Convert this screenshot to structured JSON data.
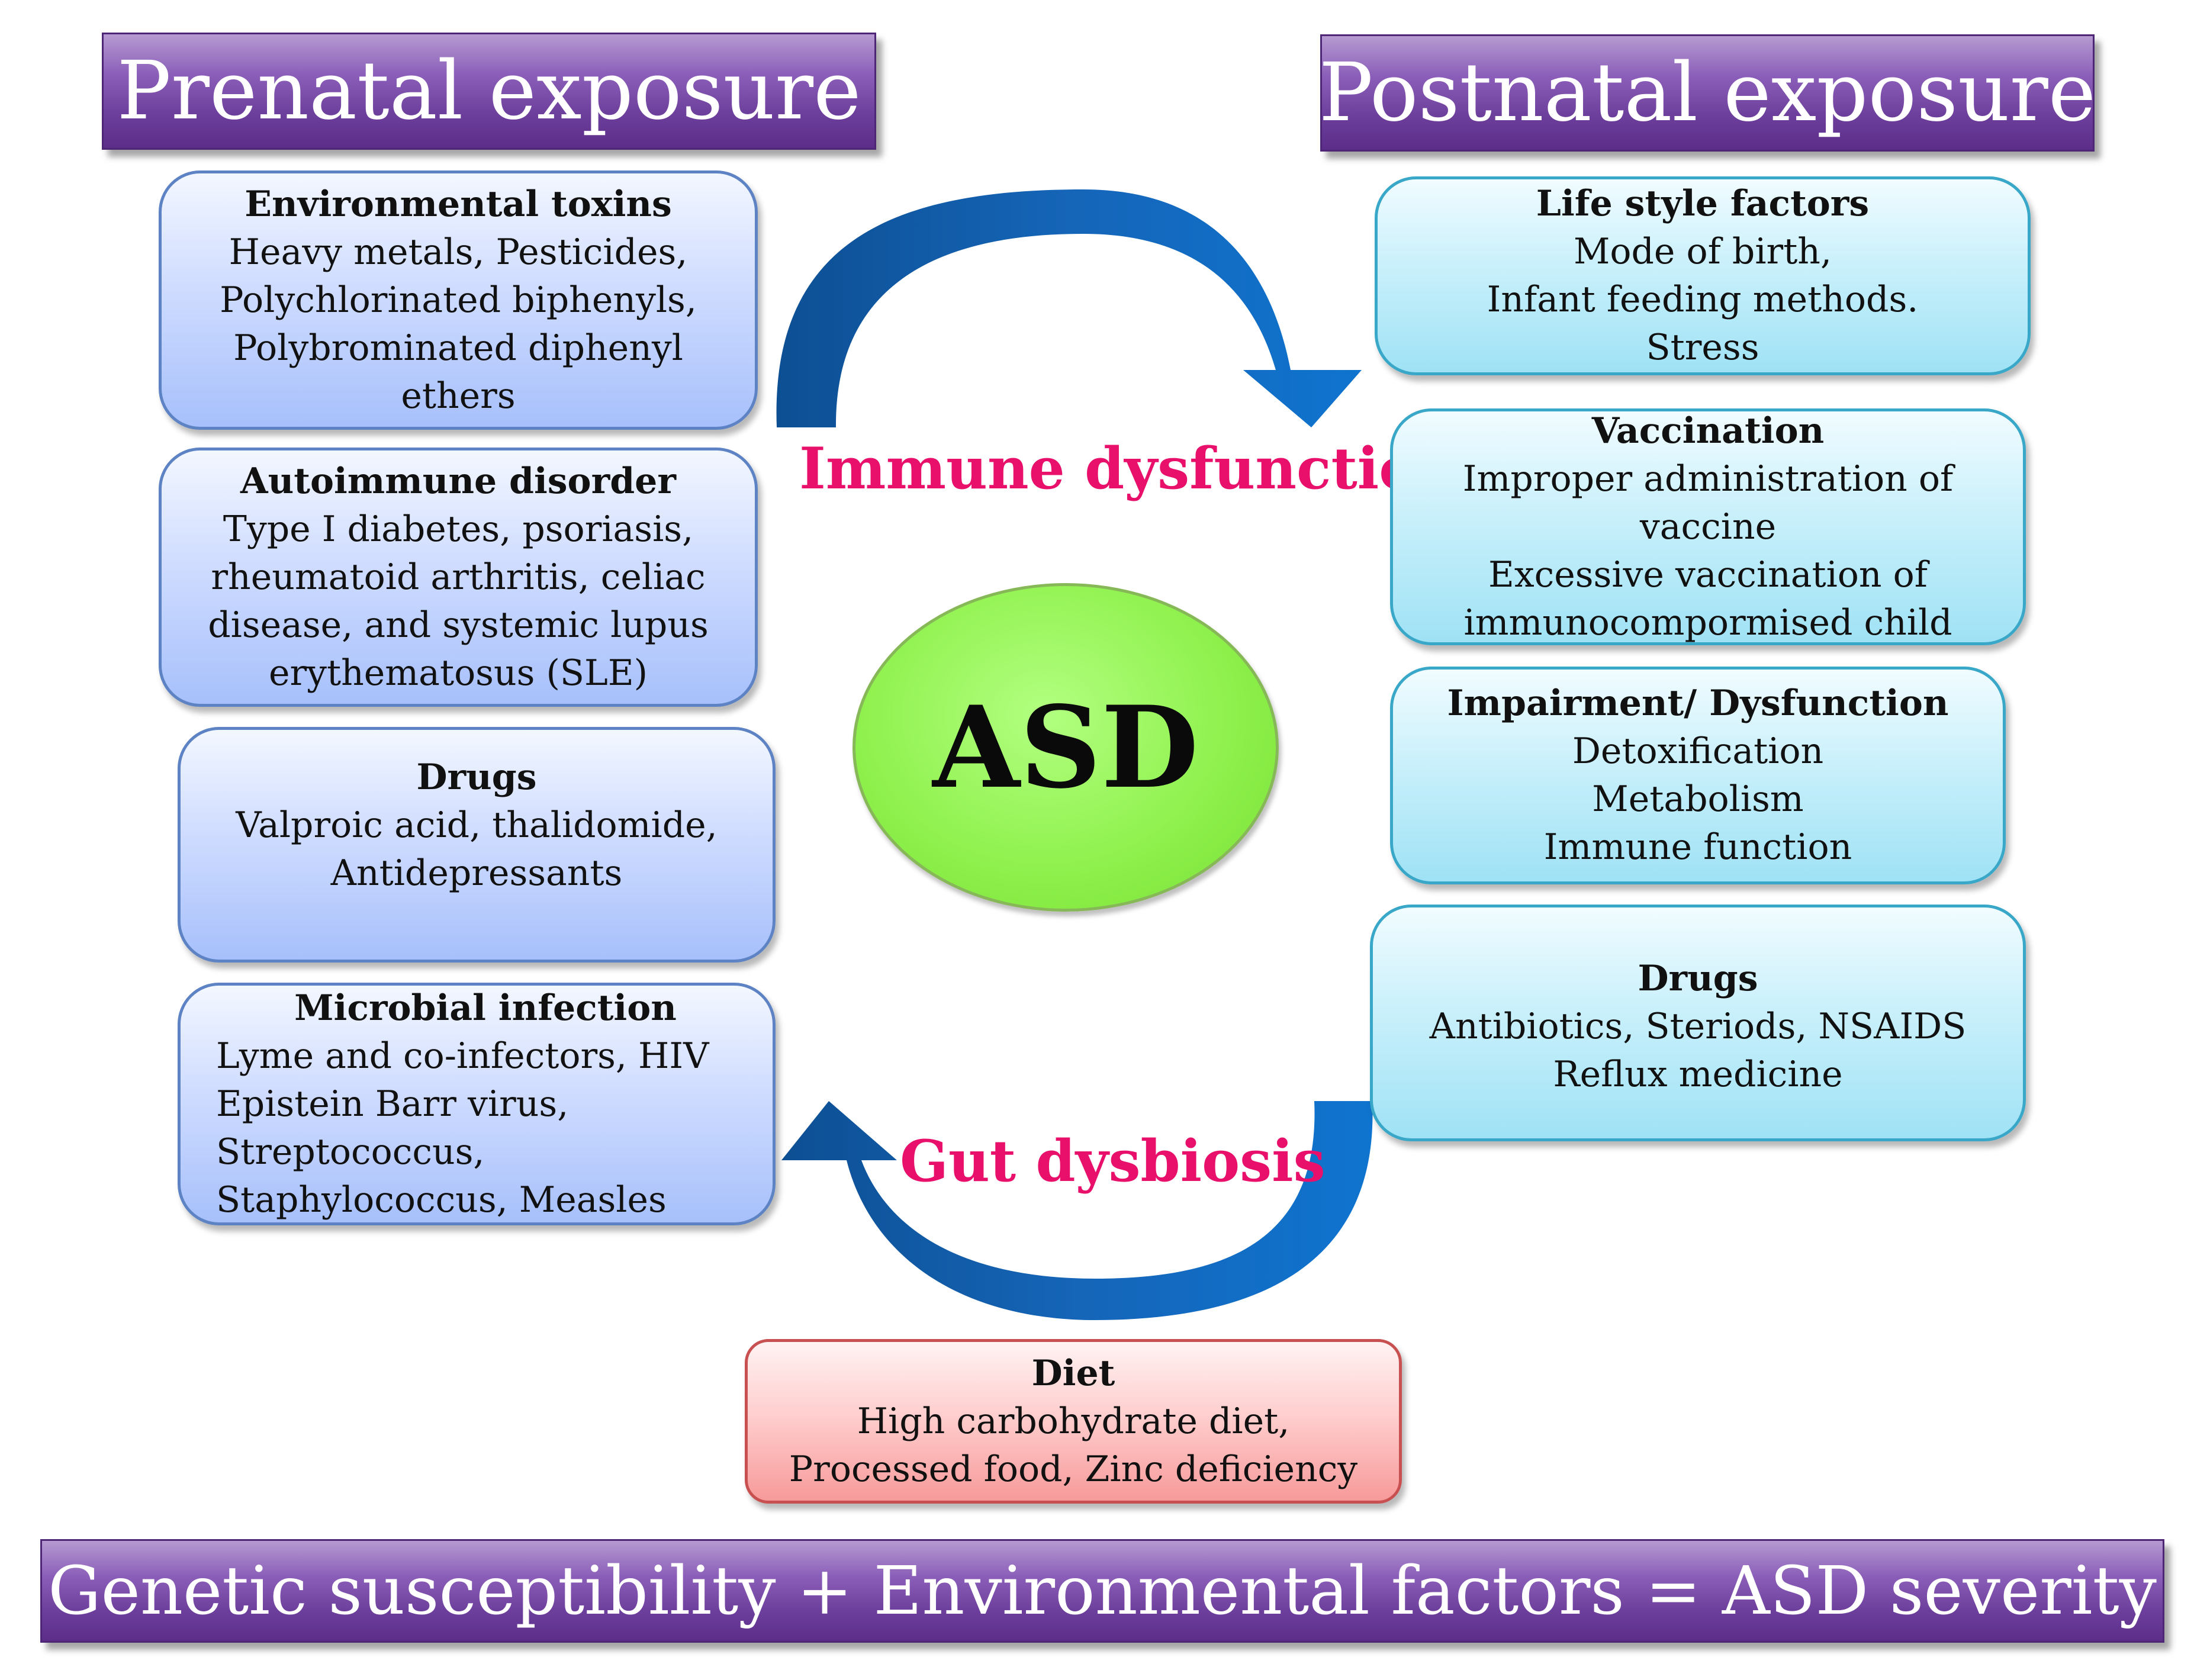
{
  "headers": {
    "prenatal": "Prenatal exposure",
    "postnatal": "Postnatal exposure"
  },
  "center": "ASD",
  "cycle": {
    "top": "Immune dysfunction",
    "bottom": "Gut dysbiosis"
  },
  "prenatal_boxes": [
    {
      "title": "Environmental toxins",
      "lines": [
        "Heavy metals, Pesticides,",
        "Polychlorinated biphenyls,",
        "Polybrominated diphenyl",
        "ethers"
      ]
    },
    {
      "title": "Autoimmune  disorder",
      "lines": [
        "Type I diabetes,  psoriasis,",
        "rheumatoid arthritis, celiac",
        "disease, and systemic lupus",
        "erythematosus (SLE)"
      ]
    },
    {
      "title": "Drugs",
      "lines": [
        "Valproic acid, thalidomide,",
        "Antidepressants"
      ]
    },
    {
      "title": "Microbial infection",
      "lines": [
        "Lyme and co-infectors, HIV",
        "Epistein Barr virus,",
        "Streptococcus,",
        "Staphylococcus, Measles"
      ]
    }
  ],
  "postnatal_boxes": [
    {
      "title": "Life style factors",
      "lines": [
        "Mode of birth,",
        "Infant feeding  methods.",
        "Stress"
      ]
    },
    {
      "title": "Vaccination",
      "lines": [
        "Improper administration of",
        "vaccine",
        "Excessive  vaccination of",
        "immunocompormised child"
      ]
    },
    {
      "title": "Impairment/ Dysfunction",
      "lines": [
        "Detoxification",
        "Metabolism",
        "Immune function"
      ]
    },
    {
      "title": "Drugs",
      "lines": [
        "Antibiotics, Steriods, NSAIDS",
        "Reflux medicine"
      ]
    }
  ],
  "diet_box": {
    "title": "Diet",
    "lines": [
      "High carbohydrate diet,",
      "Processed food, Zinc deficiency"
    ]
  },
  "footer": "Genetic susceptibility + Environmental factors = ASD severity",
  "colors": {
    "banner": "#6d3f9c",
    "prenatal_box": "#a7c0fb",
    "postnatal_box": "#9fe2f5",
    "diet_box": "#f79a9a",
    "center": "#8df04a",
    "label": "#e8106b",
    "arrow": "#0f5fae"
  }
}
